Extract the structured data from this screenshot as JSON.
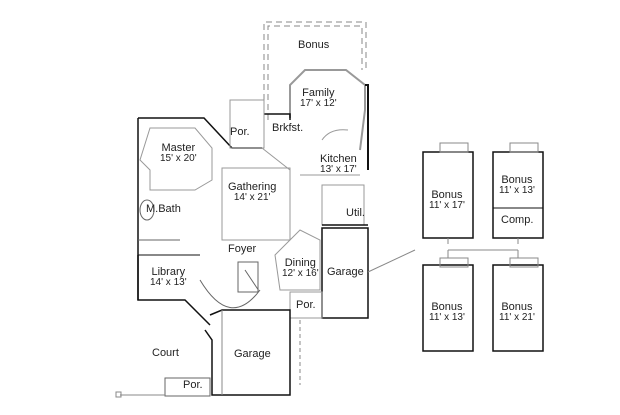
{
  "plan": {
    "main_floor": {
      "rooms": [
        {
          "name": "Bonus",
          "dims": ""
        },
        {
          "name": "Family",
          "dims": "17' x 12'"
        },
        {
          "name": "Por.",
          "dims": ""
        },
        {
          "name": "Brkfst.",
          "dims": ""
        },
        {
          "name": "Master",
          "dims": "15' x 20'"
        },
        {
          "name": "Kitchen",
          "dims": "13' x 17'"
        },
        {
          "name": "Gathering",
          "dims": "14' x 21'"
        },
        {
          "name": "M.Bath",
          "dims": ""
        },
        {
          "name": "Util.",
          "dims": ""
        },
        {
          "name": "Foyer",
          "dims": ""
        },
        {
          "name": "Dining",
          "dims": "12' x 16'"
        },
        {
          "name": "Garage",
          "dims": ""
        },
        {
          "name": "Library",
          "dims": "14' x 13'"
        },
        {
          "name": "Por.",
          "dims": ""
        },
        {
          "name": "Court",
          "dims": ""
        },
        {
          "name": "Garage",
          "dims": ""
        },
        {
          "name": "Por.",
          "dims": ""
        }
      ]
    },
    "bonus_options": [
      {
        "rooms": [
          {
            "name": "Bonus",
            "dims": "11' x 17'"
          }
        ]
      },
      {
        "rooms": [
          {
            "name": "Bonus",
            "dims": "11' x 13'"
          },
          {
            "name": "Comp.",
            "dims": ""
          }
        ]
      },
      {
        "rooms": [
          {
            "name": "Bonus",
            "dims": "11' x 13'"
          }
        ]
      },
      {
        "rooms": [
          {
            "name": "Bonus",
            "dims": "11' x 21'"
          }
        ]
      }
    ],
    "colors": {
      "wall": "#111111",
      "thin_line": "#666666",
      "dashed": "#888888",
      "gray_wall": "#aaaaaa"
    }
  }
}
